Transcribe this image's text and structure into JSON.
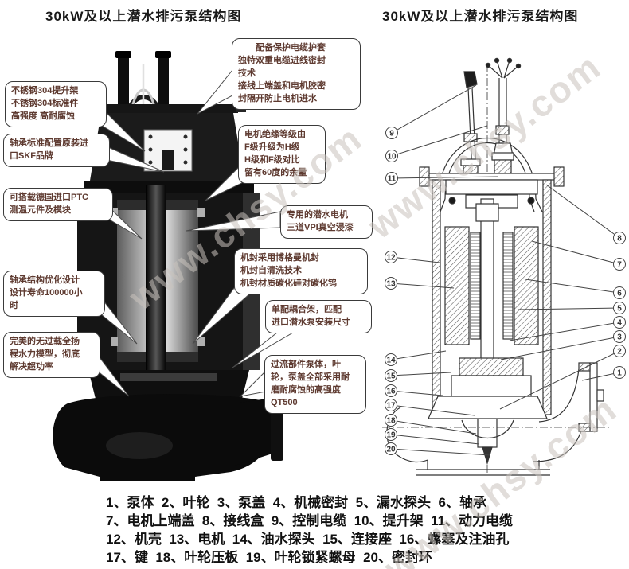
{
  "watermark": {
    "text": "www.chsy.com"
  },
  "left_panel": {
    "title": "30kW及以上潜水排污泵结构图",
    "callouts": [
      {
        "text": "不锈钢304提升架\n不锈钢304标准件\n高强度 高耐腐蚀"
      },
      {
        "text": "轴承标准配置原装进\n口SKF品牌"
      },
      {
        "text": "可搭载德国进口PTC\n测温元件及模块"
      },
      {
        "text": "轴承结构优化设计\n设计寿命100000小\n时"
      },
      {
        "text": "完美的无过载全扬\n程水力模型，彻底\n解决超功率"
      },
      {
        "text": "　　配备保护电缆护套\n独特双重电缆进线密封\n技术\n接线上端盖和电机胶密\n封隔开防止电机进水"
      },
      {
        "text": "电机绝缘等级由\nF级升级为H级\nH级和F级对比\n留有60度的余量"
      },
      {
        "text": "专用的潜水电机\n三道VPI真空浸漆"
      },
      {
        "text": "机封采用博格曼机封\n机封自清洗技术\n机封材质碳化硅对碳化钨"
      },
      {
        "text": "单配耦合架，匹配\n进口潜水泵安装尺寸"
      },
      {
        "text": "过流部件泵体，叶\n轮，泵盖全部采用耐\n磨耐腐蚀的高强度\nQT500"
      }
    ]
  },
  "right_panel": {
    "title": "30kW及以上潜水排污泵结构图",
    "balloons": [
      "1",
      "2",
      "3",
      "4",
      "5",
      "6",
      "7",
      "8",
      "9",
      "10",
      "11",
      "12",
      "13",
      "14",
      "15",
      "16",
      "17",
      "18",
      "19",
      "20"
    ]
  },
  "legend": {
    "lines": [
      "1、泵体  2、叶轮  3、泵盖  4、机械密封  5、漏水探头  6、轴承",
      "7、电机上端盖  8、接线盒  9、控制电缆  10、提升架  11、动力电缆",
      "12、机壳  13、电机  14、油水探头  15、连接座  16、螺塞及注油孔",
      "17、键  18、叶轮压板  19、叶轮锁紧螺母  20、密封环"
    ]
  }
}
